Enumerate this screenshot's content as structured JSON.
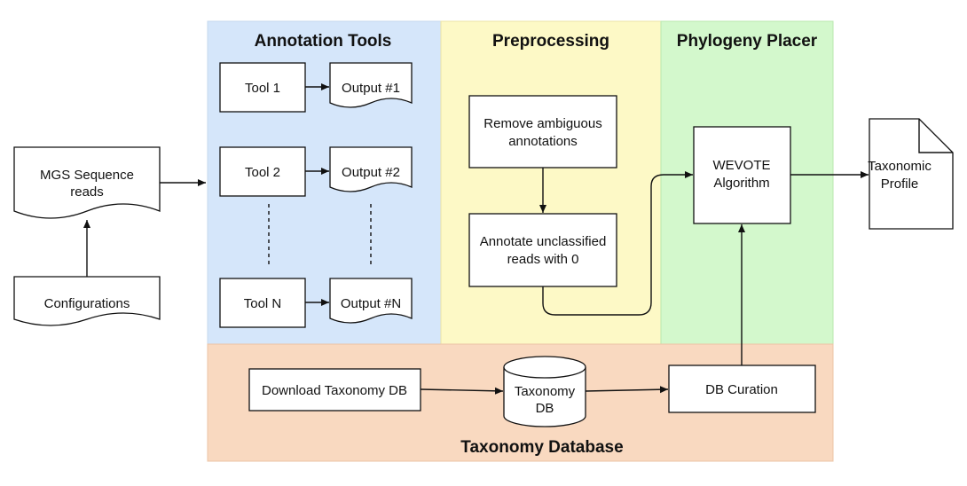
{
  "colors": {
    "annotation_panel": "#d5e6fa",
    "preprocessing_panel": "#fdf9c6",
    "placer_panel": "#d3f8cc",
    "taxonomy_panel": "#f9d9c0",
    "stroke": "#111111"
  },
  "panels": {
    "annotation_tools": "Annotation Tools",
    "preprocessing": "Preprocessing",
    "phylogeny_placer": "Phylogeny Placer",
    "taxonomy_database": "Taxonomy Database"
  },
  "nodes": {
    "mgs_reads": [
      "MGS Sequence",
      "reads"
    ],
    "configurations": "Configurations",
    "tool_1": "Tool 1",
    "tool_2": "Tool 2",
    "tool_n": "Tool N",
    "output_1": "Output #1",
    "output_2": "Output #2",
    "output_n": "Output #N",
    "remove_ambiguous": [
      "Remove ambiguous",
      "annotations"
    ],
    "annotate_unclassified": [
      "Annotate unclassified",
      "reads with 0"
    ],
    "wevote": [
      "WEVOTE",
      "Algorithm"
    ],
    "taxonomic_profile": [
      "Taxonomic",
      "Profile"
    ],
    "download_taxonomy": "Download Taxonomy DB",
    "taxonomy_db": [
      "Taxonomy",
      "DB"
    ],
    "db_curation": "DB Curation"
  }
}
